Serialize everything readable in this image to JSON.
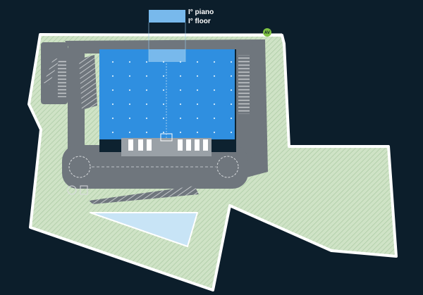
{
  "legend": {
    "first_floor_it": "I° piano",
    "first_floor_en": "I° floor"
  },
  "road_badge": {
    "label": "AV"
  },
  "colors": {
    "background": "#0c1e2b",
    "site_land": "#cfe3c6",
    "site_hatch": "#a9c9a2",
    "site_outline": "#ffffff",
    "paving": "#6f767d",
    "warehouse_roof": "#2f8fe0",
    "mezzanine": "#78b9ec",
    "pond": "#c8e4f6",
    "road_badge": "#7dc142",
    "parking_stripe": "#c3c7ca"
  },
  "icons": {
    "entrance": "av-road-badge",
    "roundabout": "dashed-circle",
    "parking": "striped-stall"
  }
}
